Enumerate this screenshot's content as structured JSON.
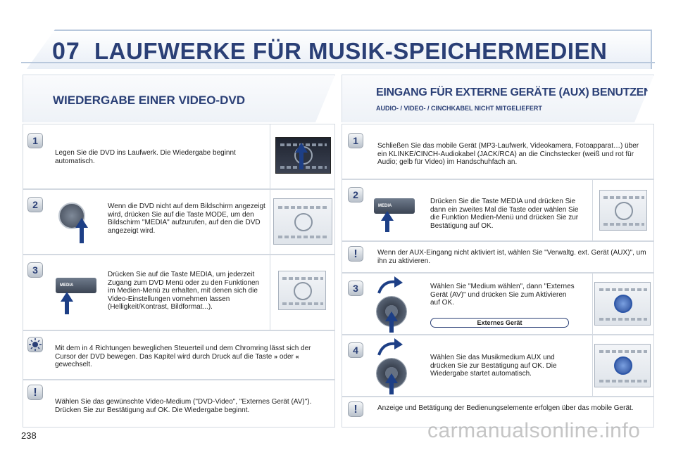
{
  "header": {
    "chapter_number": "07",
    "title": "LAUFWERKE FÜR MUSIK-SPEICHERMEDIEN"
  },
  "left": {
    "title": "WIEDERGABE EINER VIDEO-DVD",
    "step1": "Legen Sie die DVD ins Laufwerk. Die Wiedergabe beginnt automatisch.",
    "step2": "Wenn die DVD nicht auf dem Bildschirm angezeigt wird, drücken Sie auf die Taste MODE, um den Bildschirm \"MEDIA\" aufzurufen, auf den die DVD angezeigt wird.",
    "step3": "Drücken Sie auf die Taste MEDIA, um jederzeit Zugang zum DVD Menü oder zu den Funktionen im Medien-Menü zu erhalten, mit denen sich die Video-Einstellungen vornehmen lassen (Helligkeit/Kontrast, Bildformat...).",
    "tip_a": "Mit dem in 4 Richtungen beweglichen Steuerteil und dem Chromring lässt sich der Cursor der DVD bewegen. Das Kapitel wird durch Druck auf die Taste",
    "tip_or": "oder",
    "tip_b": "gewechselt.",
    "note": "Wählen Sie das gewünschte Video-Medium (\"DVD-Video\", \"Externes Gerät (AV)\"). Drücken Sie zur Bestätigung auf OK. Die Wiedergabe beginnt.",
    "media_key_label": "MEDIA"
  },
  "right": {
    "title": "EINGANG FÜR EXTERNE GERÄTE (AUX) BENUTZEN",
    "subtitle": "AUDIO- / VIDEO- / CINCHKABEL NICHT MITGELIEFERT",
    "step1": "Schließen Sie das mobile Gerät (MP3-Laufwerk, Videokamera, Fotoapparat…) über ein KLINKE/CINCH-Audiokabel (JACK/RCA) an die Cinchstecker (weiß und rot für Audio; gelb für Video) im Handschuhfach an.",
    "step2": "Drücken Sie die Taste MEDIA und drücken Sie dann ein zweites Mal die Taste oder wählen Sie die Funktion Medien-Menü und drücken Sie zur Bestätigung auf OK.",
    "warn1": "Wenn der AUX-Eingang nicht aktiviert ist, wählen Sie \"Verwaltg. ext. Gerät (AUX)\", um ihn zu aktivieren.",
    "step3": "Wählen Sie \"Medium wählen\", dann \"Externes Gerät (AV)\" und drücken Sie zum Aktivieren auf OK.",
    "external_button": "Externes Gerät",
    "step4": "Wählen Sie das Musikmedium AUX und drücken Sie zur Bestätigung auf OK. Die Wiedergabe startet automatisch.",
    "warn2": "Anzeige und Betätigung der Bedienungselemente erfolgen über das mobile Gerät.",
    "media_key_label": "MEDIA"
  },
  "badges": [
    "1",
    "2",
    "3",
    "1",
    "2",
    "3",
    "4"
  ],
  "icons": {
    "warning": "!",
    "tip": "sun-icon",
    "next": "»",
    "prev": "«"
  },
  "page_number": "238",
  "watermark": "carmanualsonline.info",
  "colors": {
    "accent": "#2a3f76",
    "arrow": "#1d3f86"
  }
}
